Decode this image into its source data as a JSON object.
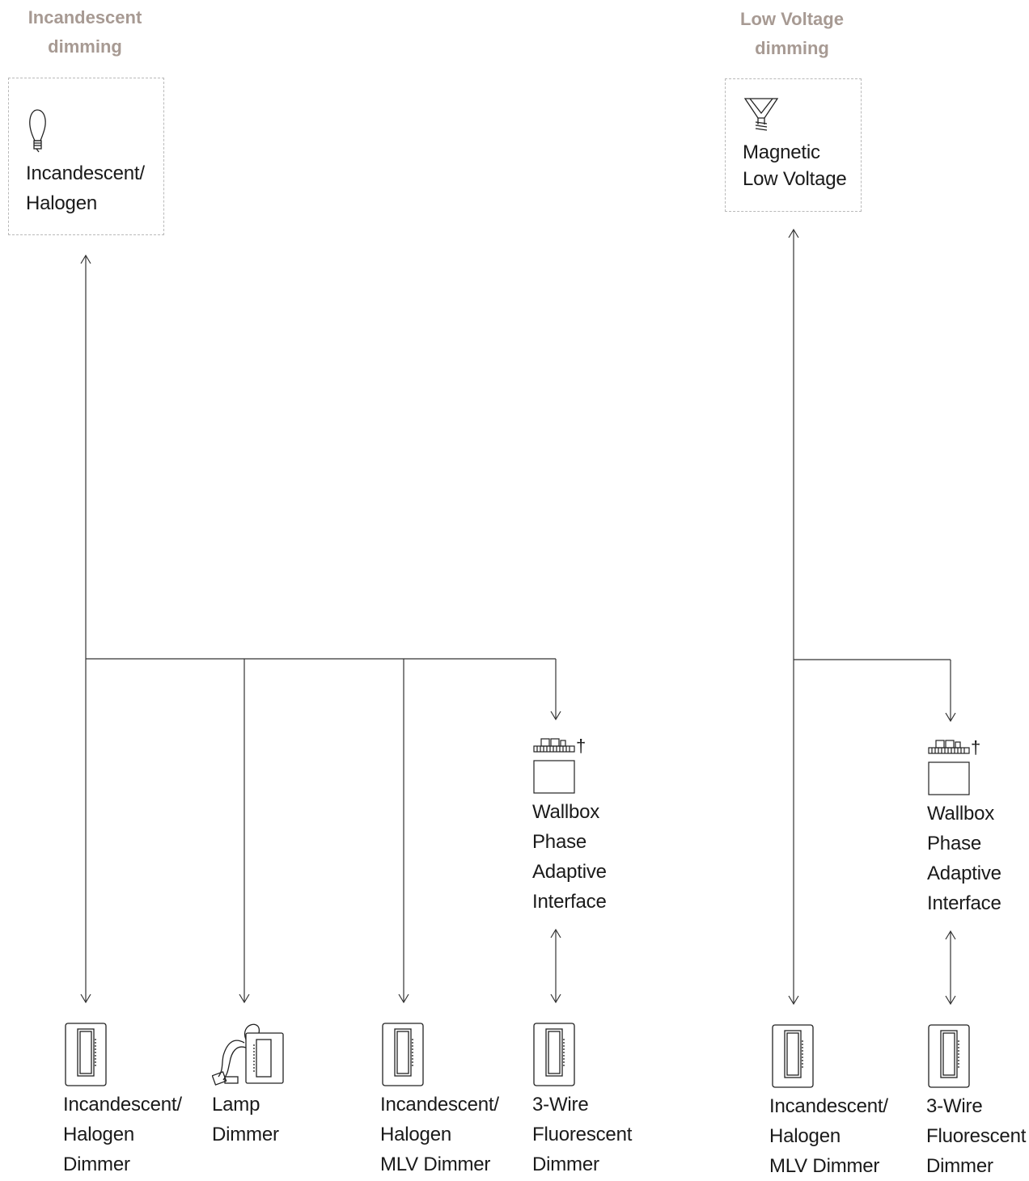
{
  "incandescent": {
    "title_lines": [
      "Incandescent",
      "dimming"
    ],
    "source_label": [
      "Incandescent/",
      "Halogen"
    ],
    "source_icon": "incandescent-bulb-icon"
  },
  "low_voltage": {
    "title_lines": [
      "Low Voltage",
      "dimming"
    ],
    "source_label": [
      "Magnetic",
      "Low Voltage"
    ],
    "source_icon": "mr16-lamp-icon"
  },
  "interfaces": [
    {
      "label": [
        "Wallbox",
        "Phase",
        "Adaptive",
        "Interface"
      ],
      "mark": "†",
      "icon": "interface-module-icon"
    },
    {
      "label": [
        "Wallbox",
        "Phase",
        "Adaptive",
        "Interface"
      ],
      "mark": "†",
      "icon": "interface-module-icon"
    }
  ],
  "controls": [
    {
      "label": [
        "Incandescent/",
        "Halogen",
        "Dimmer"
      ],
      "icon": "wall-dimmer-icon"
    },
    {
      "label": [
        "Lamp",
        "Dimmer"
      ],
      "icon": "plug-in-lamp-dimmer-icon"
    },
    {
      "label": [
        "Incandescent/",
        "Halogen",
        "MLV Dimmer"
      ],
      "icon": "wall-dimmer-icon"
    },
    {
      "label": [
        "3-Wire",
        "Fluorescent",
        "Dimmer"
      ],
      "icon": "wall-dimmer-icon"
    },
    {
      "label": [
        "Incandescent/",
        "Halogen",
        "MLV Dimmer"
      ],
      "icon": "wall-dimmer-icon"
    },
    {
      "label": [
        "3-Wire",
        "Fluorescent",
        "Dimmer"
      ],
      "icon": "wall-dimmer-icon"
    }
  ],
  "colors": {
    "title": "#a79a93",
    "line": "#333333",
    "box_border": "#b9b9b9"
  }
}
